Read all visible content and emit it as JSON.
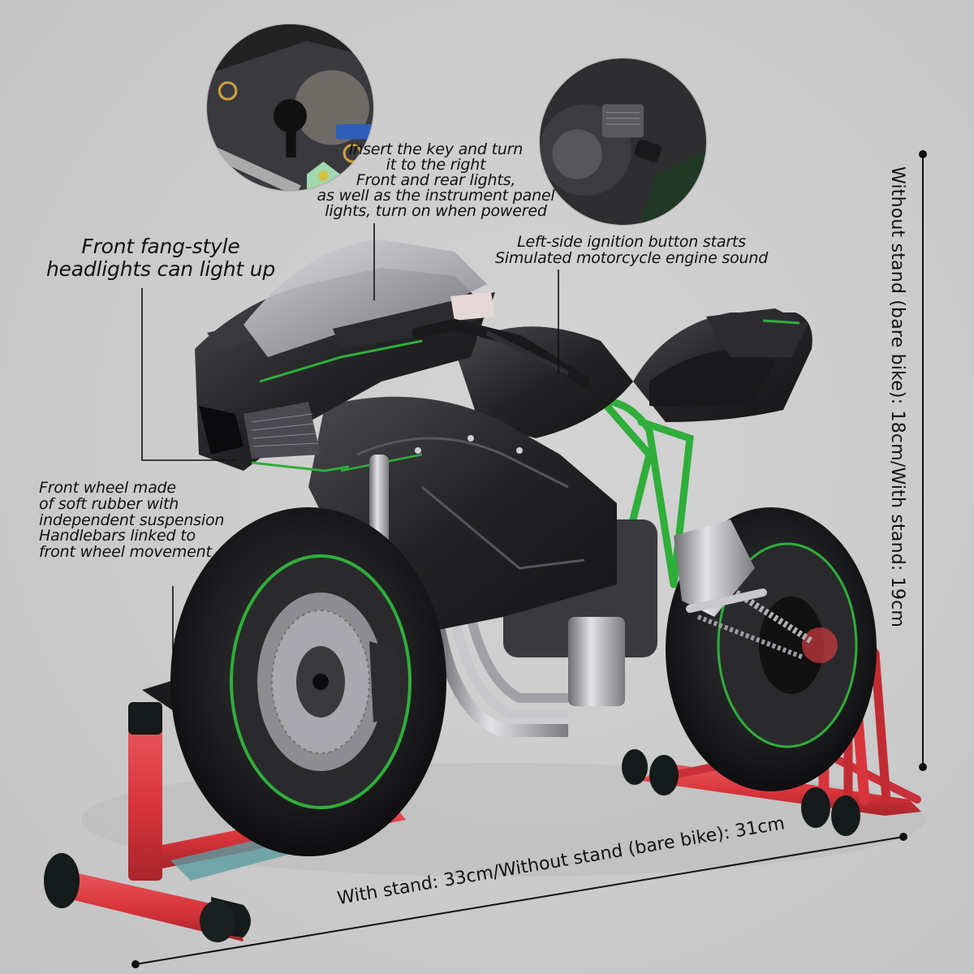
{
  "background_color": "#cbcbcb",
  "accent_colors": {
    "bike_body": "#1e1e20",
    "kawasaki_green": "#2fae3a",
    "stand_red": "#d8343b",
    "stand_caps": "#151a1a",
    "chrome": "#b8b8bc"
  },
  "detail_images": [
    {
      "id": "ignition-key-closeup",
      "icon": "key-ignition-closeup-icon"
    },
    {
      "id": "left-switch-closeup",
      "icon": "handlebar-switch-closeup-icon"
    }
  ],
  "callouts": {
    "key": "Insert the key and turn\nit to the right\nFront and rear lights,\nas well as the instrument panel\nlights, turn on when powered",
    "headlights": "Front fang-style\nheadlights can light up",
    "ignition": "Left-side ignition button starts\nSimulated motorcycle engine sound",
    "front_wheel": "Front wheel made\nof soft rubber with\nindependent suspension\nHandlebars linked to\nfront wheel movement"
  },
  "dimensions": {
    "height": "Without stand (bare bike): 18cm/With stand: 19cm",
    "length": "With stand: 33cm/Without stand (bare bike): 31cm"
  }
}
